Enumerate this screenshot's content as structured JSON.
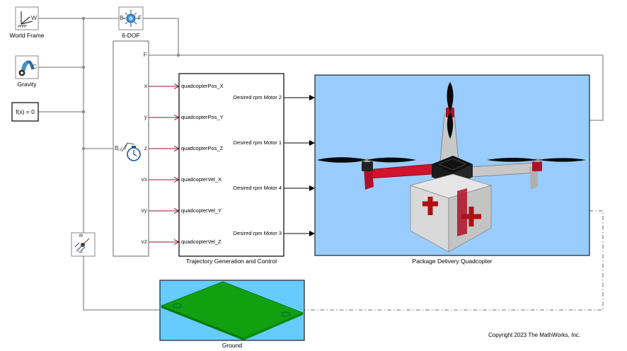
{
  "blocks": {
    "world_frame": {
      "label": "World Frame",
      "port": "W"
    },
    "six_dof": {
      "label": "6-DOF",
      "port_in": "B",
      "port_out": "F"
    },
    "gravity": {
      "label": "Gravity",
      "port": "C"
    },
    "solver": {
      "label": "f(x) = 0"
    },
    "sensor": {
      "ports_out": [
        "F",
        "x",
        "y",
        "z",
        "vx",
        "vy",
        "vz"
      ],
      "port_in": "B"
    },
    "contact": {
      "port_f": "F",
      "port_b": "B"
    },
    "trajectory": {
      "label": "Trajectory Generation and Control",
      "inputs": [
        "quadcopterPos_X",
        "quadcopterPos_Y",
        "quadcopterPos_Z",
        "quadcopterVel_X",
        "quadcopterVel_Y",
        "quadcopterVel_Z"
      ],
      "outputs": [
        "Desired rpm Motor 2",
        "Desired rpm Motor 1",
        "Desired rpm Motor 4",
        "Desired rpm Motor 3"
      ]
    },
    "quadcopter": {
      "label": "Package Delivery Quadcopter"
    },
    "ground": {
      "label": "Ground"
    }
  },
  "footer": {
    "copyright": "Copyright 2023 The MathWorks, Inc."
  },
  "colors": {
    "line": "#8c8c8c",
    "arrow": "#000000",
    "quad_bg": "#99ccff",
    "ground_bg": "#66ccff",
    "ground_plate": "#10a010",
    "frame_red": "#d0142c",
    "frame_black": "#111111",
    "box_gray": "#d9d9d9",
    "cross_red": "#b01010"
  }
}
